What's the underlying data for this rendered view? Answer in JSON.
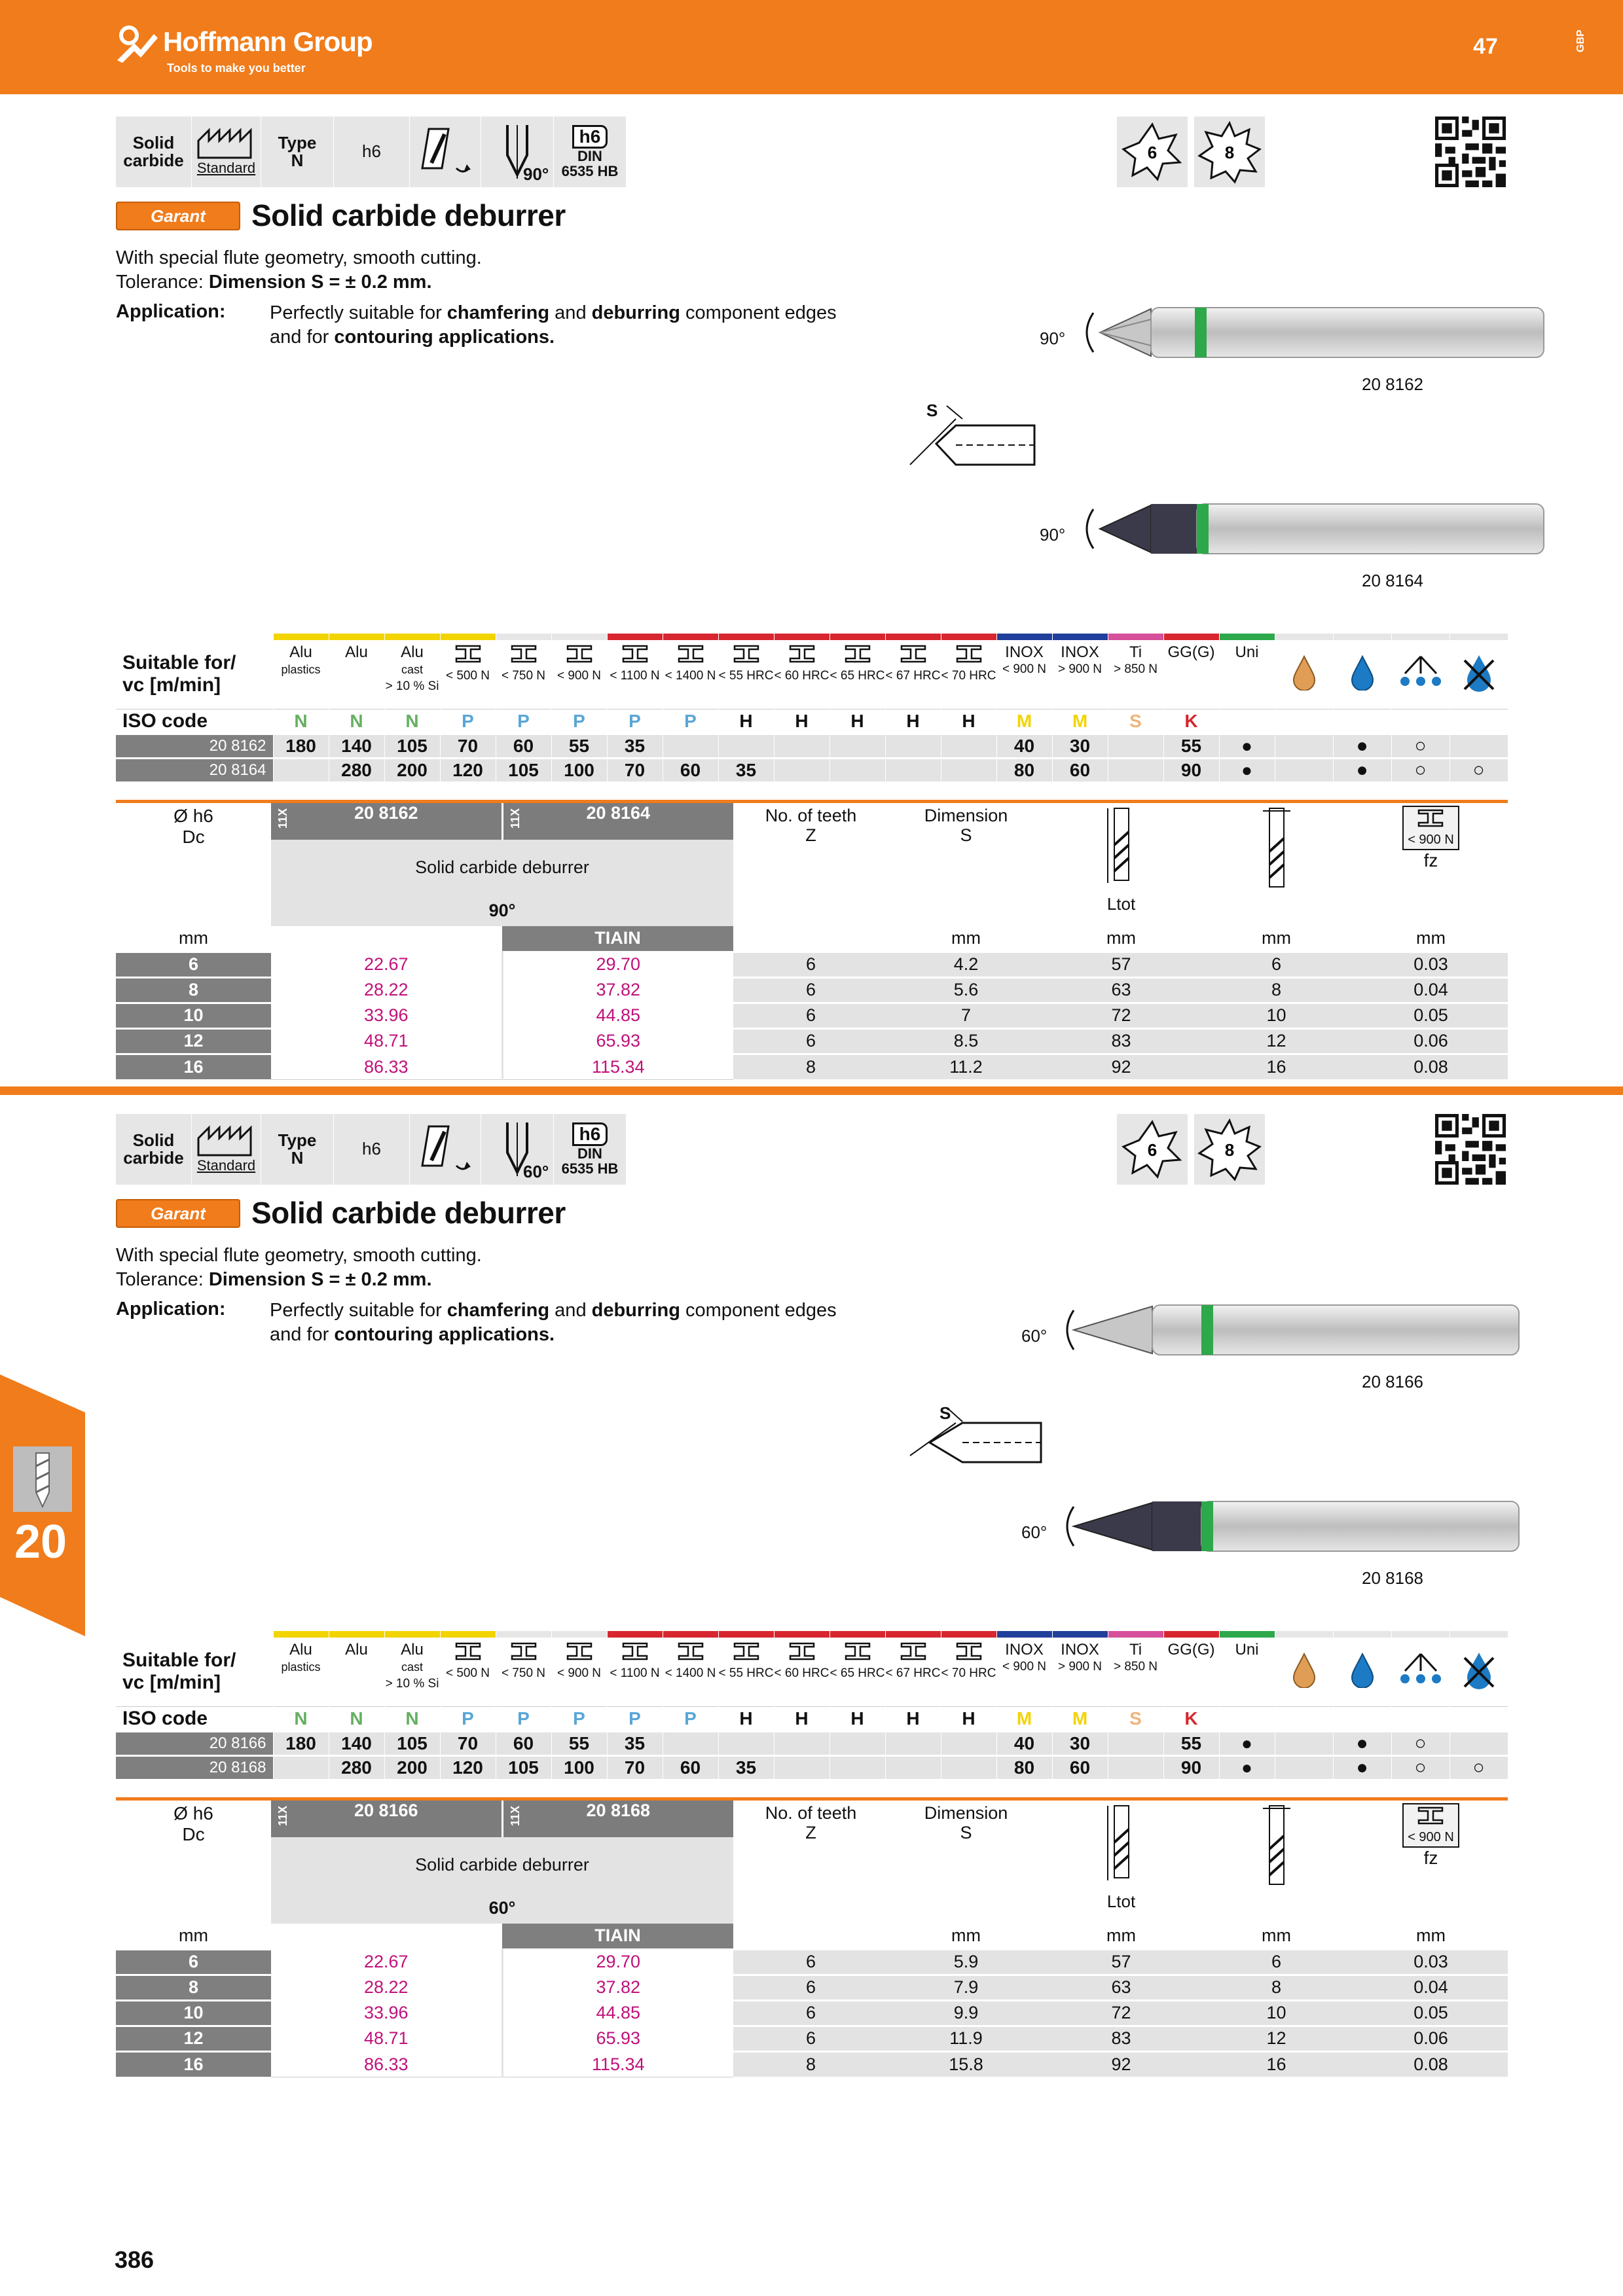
{
  "header": {
    "brand": "Hoffmann Group",
    "tagline": "Tools to make you better",
    "page_number": "47",
    "region": "GBP"
  },
  "side_tab": {
    "chapter": "20"
  },
  "footer": {
    "page_number": "386"
  },
  "colors": {
    "orange": "#f07c1b",
    "magenta": "#c0117a",
    "green": "#2da84a"
  },
  "sections": [
    {
      "pictograms": {
        "material": "Solid carbide",
        "standard": "Standard",
        "type_label": "Type",
        "type_value": "N",
        "tolerance": "h6",
        "angle": "90°",
        "shank_tol": "h6",
        "din": "DIN",
        "din_num": "6535 HB",
        "teeth_a": "6",
        "teeth_b": "8"
      },
      "brand_badge": "Garant",
      "title": "Solid carbide deburrer",
      "desc1": "With special flute geometry, smooth cutting.",
      "tol_prefix": "Tolerance: ",
      "tol_value": "Dimension S = ± 0.2 mm.",
      "app_label": "Application:",
      "app_line1_a": "Perfectly suitable for ",
      "app_line1_b": "chamfering",
      "app_line1_c": " and ",
      "app_line1_d": "deburring",
      "app_line1_e": " component edges",
      "app_line2_a": "and for ",
      "app_line2_b": "contouring applications.",
      "tool1_angle": "90°",
      "tool1_code": "20 8162",
      "tool2_angle": "90°",
      "tool2_code": "20 8164",
      "s_label": "S",
      "suitable": {
        "label1": "Suitable for/",
        "label2": "vc [m/min]",
        "iso_label": "ISO code",
        "cols": [
          {
            "top": "Alu",
            "sub": "plastics",
            "spec": "",
            "iso": "N",
            "color": "#f2d400"
          },
          {
            "top": "Alu",
            "sub": "",
            "spec": "",
            "iso": "N",
            "color": "#f2d400"
          },
          {
            "top": "Alu",
            "sub": "cast",
            "spec": "> 10 % Si",
            "iso": "N",
            "color": "#f2d400"
          },
          {
            "top": "",
            "sub": "",
            "spec": "< 500 N",
            "iso": "P",
            "color": "#f2d400"
          },
          {
            "top": "",
            "sub": "",
            "spec": "< 750 N",
            "iso": "P",
            "color": "#e6e6e6"
          },
          {
            "top": "",
            "sub": "",
            "spec": "< 900 N",
            "iso": "P",
            "color": "#e6e6e6"
          },
          {
            "top": "",
            "sub": "",
            "spec": "< 1100 N",
            "iso": "P",
            "color": "#d7262f"
          },
          {
            "top": "",
            "sub": "",
            "spec": "< 1400 N",
            "iso": "P",
            "color": "#d7262f"
          },
          {
            "top": "",
            "sub": "",
            "spec": "< 55 HRC",
            "iso": "H",
            "color": "#d7262f"
          },
          {
            "top": "",
            "sub": "",
            "spec": "< 60 HRC",
            "iso": "H",
            "color": "#d7262f"
          },
          {
            "top": "",
            "sub": "",
            "spec": "< 65 HRC",
            "iso": "H",
            "color": "#d7262f"
          },
          {
            "top": "",
            "sub": "",
            "spec": "< 67 HRC",
            "iso": "H",
            "color": "#d7262f"
          },
          {
            "top": "",
            "sub": "",
            "spec": "< 70 HRC",
            "iso": "H",
            "color": "#d7262f"
          },
          {
            "top": "INOX",
            "sub": "",
            "spec": "< 900 N",
            "iso": "M",
            "color": "#1f3f9b"
          },
          {
            "top": "INOX",
            "sub": "",
            "spec": "> 900 N",
            "iso": "M",
            "color": "#1f3f9b"
          },
          {
            "top": "Ti",
            "sub": "",
            "spec": "> 850 N",
            "iso": "S",
            "color": "#d64f9b"
          },
          {
            "top": "GG(G)",
            "sub": "",
            "spec": "",
            "iso": "K",
            "color": "#d7262f"
          },
          {
            "top": "Uni",
            "sub": "",
            "spec": "",
            "iso": "",
            "color": "#2da84a"
          }
        ],
        "rows": [
          {
            "code": "20 8162",
            "vals": [
              "180",
              "140",
              "105",
              "70",
              "60",
              "55",
              "35",
              "",
              "",
              "",
              "",
              "",
              "",
              "40",
              "30",
              "",
              "55",
              "●"
            ],
            "cool": [
              "",
              "●",
              "○",
              ""
            ]
          },
          {
            "code": "20 8164",
            "vals": [
              "",
              "280",
              "200",
              "120",
              "105",
              "100",
              "70",
              "60",
              "35",
              "",
              "",
              "",
              "",
              "80",
              "60",
              "",
              "90",
              "●"
            ],
            "cool": [
              "",
              "●",
              "○",
              "○"
            ]
          }
        ]
      },
      "dims": {
        "dc_label": "Ø h6",
        "dc_sub": "Dc",
        "prefix": "11X",
        "code_a": "20 8162",
        "code_b": "20 8164",
        "product": "Solid carbide deburrer",
        "angle": "90°",
        "coating": "TIAIN",
        "teeth_label": "No. of teeth",
        "teeth_sub": "Z",
        "dim_label": "Dimension",
        "dim_sub": "S",
        "ltot": "Ltot",
        "fz": "fz",
        "fz_spec": "< 900 N",
        "units": [
          "mm",
          "",
          "",
          "",
          "mm",
          "mm",
          "mm",
          "mm"
        ],
        "rows": [
          [
            "6",
            "22.67",
            "29.70",
            "6",
            "4.2",
            "57",
            "6",
            "0.03"
          ],
          [
            "8",
            "28.22",
            "37.82",
            "6",
            "5.6",
            "63",
            "8",
            "0.04"
          ],
          [
            "10",
            "33.96",
            "44.85",
            "6",
            "7",
            "72",
            "10",
            "0.05"
          ],
          [
            "12",
            "48.71",
            "65.93",
            "6",
            "8.5",
            "83",
            "12",
            "0.06"
          ],
          [
            "16",
            "86.33",
            "115.34",
            "8",
            "11.2",
            "92",
            "16",
            "0.08"
          ]
        ]
      }
    },
    {
      "pictograms": {
        "material": "Solid carbide",
        "standard": "Standard",
        "type_label": "Type",
        "type_value": "N",
        "tolerance": "h6",
        "angle": "60°",
        "shank_tol": "h6",
        "din": "DIN",
        "din_num": "6535 HB",
        "teeth_a": "6",
        "teeth_b": "8"
      },
      "brand_badge": "Garant",
      "title": "Solid carbide deburrer",
      "desc1": "With special flute geometry, smooth cutting.",
      "tol_prefix": "Tolerance: ",
      "tol_value": "Dimension S = ± 0.2 mm.",
      "app_label": "Application:",
      "app_line1_a": "Perfectly suitable for ",
      "app_line1_b": "chamfering",
      "app_line1_c": " and ",
      "app_line1_d": "deburring",
      "app_line1_e": " component edges",
      "app_line2_a": "and for ",
      "app_line2_b": "contouring applications.",
      "tool1_angle": "60°",
      "tool1_code": "20 8166",
      "tool2_angle": "60°",
      "tool2_code": "20 8168",
      "s_label": "S",
      "suitable": {
        "label1": "Suitable for/",
        "label2": "vc [m/min]",
        "iso_label": "ISO code",
        "cols": [
          {
            "top": "Alu",
            "sub": "plastics",
            "spec": "",
            "iso": "N",
            "color": "#f2d400"
          },
          {
            "top": "Alu",
            "sub": "",
            "spec": "",
            "iso": "N",
            "color": "#f2d400"
          },
          {
            "top": "Alu",
            "sub": "cast",
            "spec": "> 10 % Si",
            "iso": "N",
            "color": "#f2d400"
          },
          {
            "top": "",
            "sub": "",
            "spec": "< 500 N",
            "iso": "P",
            "color": "#f2d400"
          },
          {
            "top": "",
            "sub": "",
            "spec": "< 750 N",
            "iso": "P",
            "color": "#e6e6e6"
          },
          {
            "top": "",
            "sub": "",
            "spec": "< 900 N",
            "iso": "P",
            "color": "#e6e6e6"
          },
          {
            "top": "",
            "sub": "",
            "spec": "< 1100 N",
            "iso": "P",
            "color": "#d7262f"
          },
          {
            "top": "",
            "sub": "",
            "spec": "< 1400 N",
            "iso": "P",
            "color": "#d7262f"
          },
          {
            "top": "",
            "sub": "",
            "spec": "< 55 HRC",
            "iso": "H",
            "color": "#d7262f"
          },
          {
            "top": "",
            "sub": "",
            "spec": "< 60 HRC",
            "iso": "H",
            "color": "#d7262f"
          },
          {
            "top": "",
            "sub": "",
            "spec": "< 65 HRC",
            "iso": "H",
            "color": "#d7262f"
          },
          {
            "top": "",
            "sub": "",
            "spec": "< 67 HRC",
            "iso": "H",
            "color": "#d7262f"
          },
          {
            "top": "",
            "sub": "",
            "spec": "< 70 HRC",
            "iso": "H",
            "color": "#d7262f"
          },
          {
            "top": "INOX",
            "sub": "",
            "spec": "< 900 N",
            "iso": "M",
            "color": "#1f3f9b"
          },
          {
            "top": "INOX",
            "sub": "",
            "spec": "> 900 N",
            "iso": "M",
            "color": "#1f3f9b"
          },
          {
            "top": "Ti",
            "sub": "",
            "spec": "> 850 N",
            "iso": "S",
            "color": "#d64f9b"
          },
          {
            "top": "GG(G)",
            "sub": "",
            "spec": "",
            "iso": "K",
            "color": "#d7262f"
          },
          {
            "top": "Uni",
            "sub": "",
            "spec": "",
            "iso": "",
            "color": "#2da84a"
          }
        ],
        "rows": [
          {
            "code": "20 8166",
            "vals": [
              "180",
              "140",
              "105",
              "70",
              "60",
              "55",
              "35",
              "",
              "",
              "",
              "",
              "",
              "",
              "40",
              "30",
              "",
              "55",
              "●"
            ],
            "cool": [
              "",
              "●",
              "○",
              ""
            ]
          },
          {
            "code": "20 8168",
            "vals": [
              "",
              "280",
              "200",
              "120",
              "105",
              "100",
              "70",
              "60",
              "35",
              "",
              "",
              "",
              "",
              "80",
              "60",
              "",
              "90",
              "●"
            ],
            "cool": [
              "",
              "●",
              "○",
              "○"
            ]
          }
        ]
      },
      "dims": {
        "dc_label": "Ø h6",
        "dc_sub": "Dc",
        "prefix": "11X",
        "code_a": "20 8166",
        "code_b": "20 8168",
        "product": "Solid carbide deburrer",
        "angle": "60°",
        "coating": "TIAIN",
        "teeth_label": "No. of teeth",
        "teeth_sub": "Z",
        "dim_label": "Dimension",
        "dim_sub": "S",
        "ltot": "Ltot",
        "fz": "fz",
        "fz_spec": "< 900 N",
        "units": [
          "mm",
          "",
          "",
          "",
          "mm",
          "mm",
          "mm",
          "mm"
        ],
        "rows": [
          [
            "6",
            "22.67",
            "29.70",
            "6",
            "5.9",
            "57",
            "6",
            "0.03"
          ],
          [
            "8",
            "28.22",
            "37.82",
            "6",
            "7.9",
            "63",
            "8",
            "0.04"
          ],
          [
            "10",
            "33.96",
            "44.85",
            "6",
            "9.9",
            "72",
            "10",
            "0.05"
          ],
          [
            "12",
            "48.71",
            "65.93",
            "6",
            "11.9",
            "83",
            "12",
            "0.06"
          ],
          [
            "16",
            "86.33",
            "115.34",
            "8",
            "15.8",
            "92",
            "16",
            "0.08"
          ]
        ]
      }
    }
  ]
}
